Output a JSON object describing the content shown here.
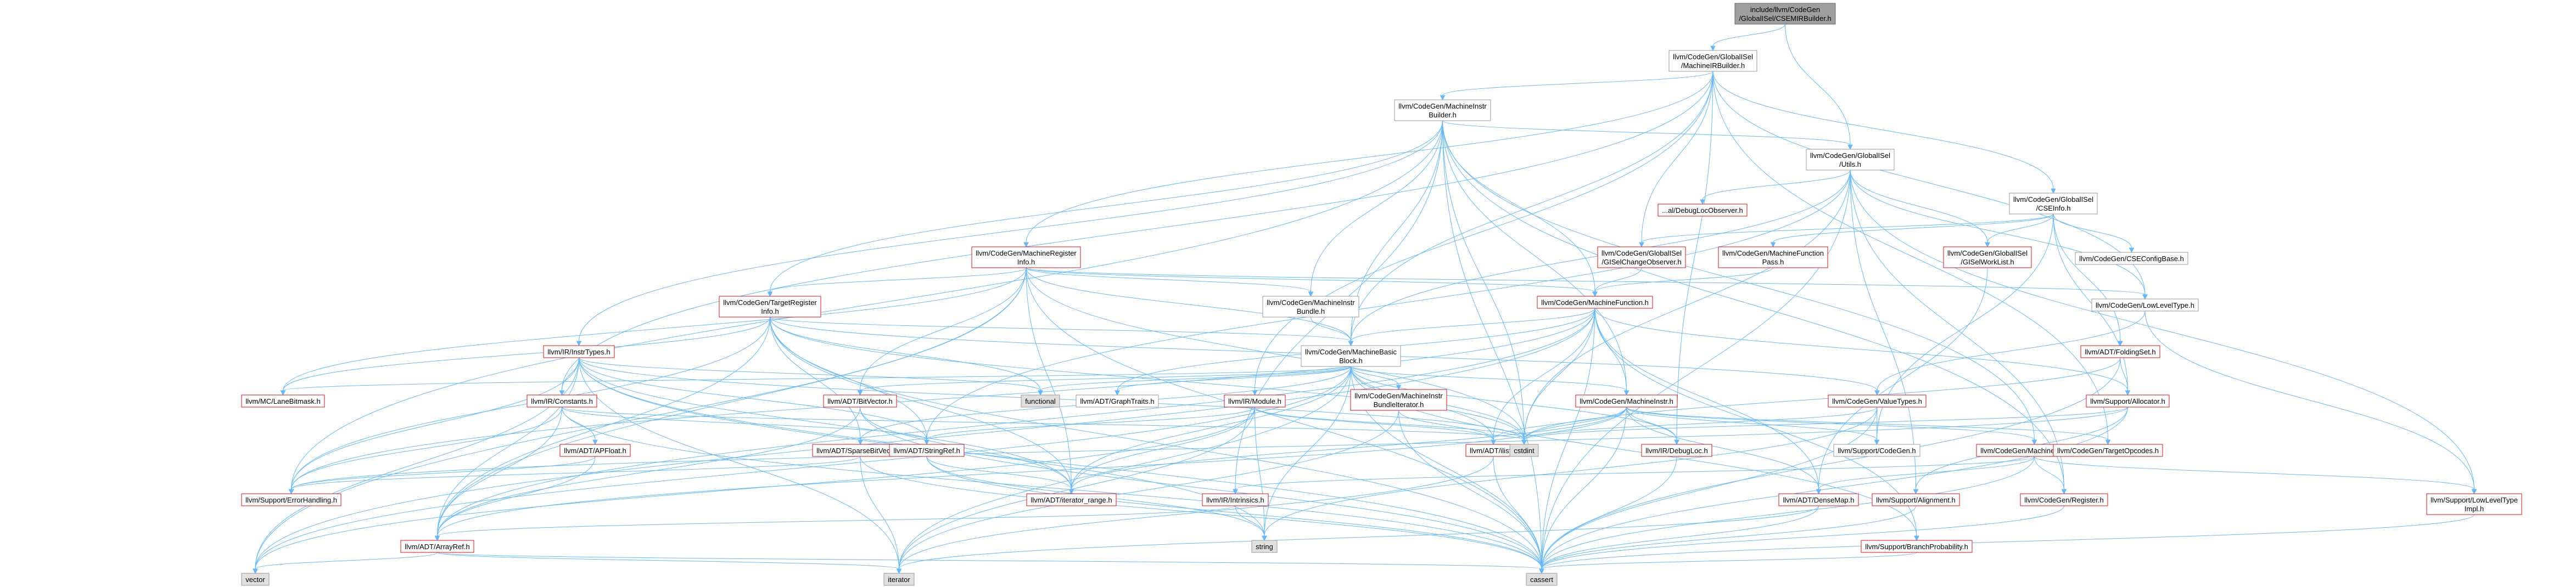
{
  "nodes": [
    {
      "id": "root",
      "lines": [
        "include/llvm/CodeGen",
        "/GlobalISel/CSEMIRBuilder.h"
      ],
      "style": "root"
    },
    {
      "id": "mirbuilder",
      "lines": [
        "llvm/CodeGen/GlobalISel",
        "/MachineIRBuilder.h"
      ],
      "style": "plain"
    },
    {
      "id": "csemirbuilder_csei",
      "lines": [
        "llvm/CodeGen/GlobalISel",
        "/CSEInfo.h"
      ],
      "style": "plain"
    },
    {
      "id": "minstrbuilder",
      "lines": [
        "llvm/CodeGen/MachineInstr",
        "Builder.h"
      ],
      "style": "plain"
    },
    {
      "id": "gisel_utils",
      "lines": [
        "llvm/CodeGen/GlobalISel",
        "/Utils.h"
      ],
      "style": "plain"
    },
    {
      "id": "mregisterinfo",
      "lines": [
        "llvm/CodeGen/MachineRegister",
        "Info.h"
      ],
      "style": "red"
    },
    {
      "id": "debugloc_observer",
      "lines": [
        "...al/DebugLocObserver.h"
      ],
      "style": "red"
    },
    {
      "id": "gisel_change_observer",
      "lines": [
        "llvm/CodeGen/GlobalISel",
        "/GISelChangeObserver.h"
      ],
      "style": "red"
    },
    {
      "id": "mfunctionpass",
      "lines": [
        "llvm/CodeGen/MachineFunction",
        "Pass.h"
      ],
      "style": "red"
    },
    {
      "id": "gisel_worklist",
      "lines": [
        "llvm/CodeGen/GlobalISel",
        "/GISelWorkList.h"
      ],
      "style": "red"
    },
    {
      "id": "cseconfigbase",
      "lines": [
        "llvm/CodeGen/CSEConfigBase.h"
      ],
      "style": "plain"
    },
    {
      "id": "tregisterinfo",
      "lines": [
        "llvm/CodeGen/TargetRegister",
        "Info.h"
      ],
      "style": "red"
    },
    {
      "id": "minstrbundle",
      "lines": [
        "llvm/CodeGen/MachineInstr",
        "Bundle.h"
      ],
      "style": "plain"
    },
    {
      "id": "mfunction",
      "lines": [
        "llvm/CodeGen/MachineFunction.h"
      ],
      "style": "red"
    },
    {
      "id": "lowleveltype",
      "lines": [
        "llvm/CodeGen/LowLevelType.h"
      ],
      "style": "plain"
    },
    {
      "id": "instrtypes",
      "lines": [
        "llvm/IR/InstrTypes.h"
      ],
      "style": "red"
    },
    {
      "id": "mbasicblock",
      "lines": [
        "llvm/CodeGen/MachineBasic",
        "Block.h"
      ],
      "style": "plain"
    },
    {
      "id": "foldingset",
      "lines": [
        "llvm/ADT/FoldingSet.h"
      ],
      "style": "red"
    },
    {
      "id": "mclanebitmask",
      "lines": [
        "llvm/MC/LaneBitmask.h"
      ],
      "style": "red"
    },
    {
      "id": "functional",
      "lines": [
        "functional"
      ],
      "style": "gray"
    },
    {
      "id": "bitvector",
      "lines": [
        "llvm/ADT/BitVector.h"
      ],
      "style": "red"
    },
    {
      "id": "graphtraits",
      "lines": [
        "llvm/ADT/GraphTraits.h"
      ],
      "style": "plain"
    },
    {
      "id": "irmodule",
      "lines": [
        "llvm/IR/Module.h"
      ],
      "style": "red"
    },
    {
      "id": "minstrbundleiter",
      "lines": [
        "llvm/CodeGen/MachineInstr",
        "BundleIterator.h"
      ],
      "style": "red"
    },
    {
      "id": "minstr",
      "lines": [
        "llvm/CodeGen/MachineInstr.h"
      ],
      "style": "red"
    },
    {
      "id": "valuetypes",
      "lines": [
        "llvm/CodeGen/ValueTypes.h"
      ],
      "style": "red"
    },
    {
      "id": "allocator",
      "lines": [
        "llvm/Support/Allocator.h"
      ],
      "style": "red"
    },
    {
      "id": "irconstants",
      "lines": [
        "llvm/IR/Constants.h"
      ],
      "style": "red"
    },
    {
      "id": "apfloat",
      "lines": [
        "llvm/ADT/APFloat.h"
      ],
      "style": "red"
    },
    {
      "id": "sparsebitvector",
      "lines": [
        "llvm/ADT/SparseBitVector.h"
      ],
      "style": "red"
    },
    {
      "id": "stringref",
      "lines": [
        "llvm/ADT/StringRef.h"
      ],
      "style": "red"
    },
    {
      "id": "ilist",
      "lines": [
        "llvm/ADT/ilist.h"
      ],
      "style": "red"
    },
    {
      "id": "cstdint",
      "lines": [
        "cstdint"
      ],
      "style": "gray"
    },
    {
      "id": "debugloc",
      "lines": [
        "llvm/IR/DebugLoc.h"
      ],
      "style": "red"
    },
    {
      "id": "supportcodegen",
      "lines": [
        "llvm/Support/CodeGen.h"
      ],
      "style": "plain"
    },
    {
      "id": "moperand",
      "lines": [
        "llvm/CodeGen/MachineOperand.h"
      ],
      "style": "red"
    },
    {
      "id": "topcodes",
      "lines": [
        "llvm/CodeGen/TargetOpcodes.h"
      ],
      "style": "red"
    },
    {
      "id": "errorhandling",
      "lines": [
        "llvm/Support/ErrorHandling.h"
      ],
      "style": "red"
    },
    {
      "id": "iteratorrange",
      "lines": [
        "llvm/ADT/iterator_range.h"
      ],
      "style": "red"
    },
    {
      "id": "intrinsics",
      "lines": [
        "llvm/IR/Intrinsics.h"
      ],
      "style": "red"
    },
    {
      "id": "densemap",
      "lines": [
        "llvm/ADT/DenseMap.h"
      ],
      "style": "red"
    },
    {
      "id": "alignment",
      "lines": [
        "llvm/Support/Alignment.h"
      ],
      "style": "red"
    },
    {
      "id": "cgregister",
      "lines": [
        "llvm/CodeGen/Register.h"
      ],
      "style": "red"
    },
    {
      "id": "lltimpl",
      "lines": [
        "llvm/Support/LowLevelType",
        "Impl.h"
      ],
      "style": "red"
    },
    {
      "id": "arrayref",
      "lines": [
        "llvm/ADT/ArrayRef.h"
      ],
      "style": "red"
    },
    {
      "id": "string",
      "lines": [
        "string"
      ],
      "style": "gray"
    },
    {
      "id": "branchprob",
      "lines": [
        "llvm/Support/BranchProbability.h"
      ],
      "style": "red"
    },
    {
      "id": "vector",
      "lines": [
        "vector"
      ],
      "style": "gray"
    },
    {
      "id": "iterator",
      "lines": [
        "iterator"
      ],
      "style": "gray"
    },
    {
      "id": "cassert",
      "lines": [
        "cassert"
      ],
      "style": "gray"
    }
  ],
  "edges": [
    [
      "root",
      "mirbuilder"
    ],
    [
      "root",
      "gisel_utils"
    ],
    [
      "mirbuilder",
      "minstrbuilder"
    ],
    [
      "mirbuilder",
      "csemirbuilder_csei"
    ],
    [
      "mirbuilder",
      "gisel_change_observer"
    ],
    [
      "mirbuilder",
      "mbasicblock"
    ],
    [
      "mirbuilder",
      "mregisterinfo"
    ],
    [
      "mirbuilder",
      "topcodes"
    ],
    [
      "mirbuilder",
      "irconstants"
    ],
    [
      "mirbuilder",
      "debugloc"
    ],
    [
      "mirbuilder",
      "irmodule"
    ],
    [
      "mirbuilder",
      "lowleveltype"
    ],
    [
      "minstrbuilder",
      "gisel_utils"
    ],
    [
      "minstrbuilder",
      "mbasicblock"
    ],
    [
      "minstrbuilder",
      "mfunction"
    ],
    [
      "minstrbuilder",
      "minstrbundle"
    ],
    [
      "minstrbuilder",
      "minstr"
    ],
    [
      "minstrbuilder",
      "moperand"
    ],
    [
      "minstrbuilder",
      "tregisterinfo"
    ],
    [
      "minstrbuilder",
      "instrtypes"
    ],
    [
      "minstrbuilder",
      "intrinsics"
    ],
    [
      "minstrbuilder",
      "errorhandling"
    ],
    [
      "minstrbuilder",
      "cassert"
    ],
    [
      "minstrbuilder",
      "cstdint"
    ],
    [
      "minstrbuilder",
      "cgregister"
    ],
    [
      "gisel_utils",
      "debugloc_observer"
    ],
    [
      "gisel_utils",
      "gisel_worklist"
    ],
    [
      "gisel_utils",
      "lowleveltype"
    ],
    [
      "gisel_utils",
      "mbasicblock"
    ],
    [
      "gisel_utils",
      "cstdint"
    ],
    [
      "gisel_utils",
      "alignment"
    ],
    [
      "gisel_utils",
      "lltimpl"
    ],
    [
      "gisel_utils",
      "cgregister"
    ],
    [
      "gisel_utils",
      "stringref"
    ],
    [
      "gisel_utils",
      "cassert"
    ],
    [
      "csemirbuilder_csei",
      "gisel_change_observer"
    ],
    [
      "csemirbuilder_csei",
      "mfunctionpass"
    ],
    [
      "csemirbuilder_csei",
      "gisel_worklist"
    ],
    [
      "csemirbuilder_csei",
      "cseconfigbase"
    ],
    [
      "csemirbuilder_csei",
      "foldingset"
    ],
    [
      "csemirbuilder_csei",
      "allocator"
    ],
    [
      "csemirbuilder_csei",
      "supportcodegen"
    ],
    [
      "mregisterinfo",
      "tregisterinfo"
    ],
    [
      "mregisterinfo",
      "mbasicblock"
    ],
    [
      "mregisterinfo",
      "mfunction"
    ],
    [
      "mregisterinfo",
      "minstrbundle"
    ],
    [
      "mregisterinfo",
      "bitvector"
    ],
    [
      "mregisterinfo",
      "mclanebitmask"
    ],
    [
      "mregisterinfo",
      "arrayref"
    ],
    [
      "mregisterinfo",
      "iteratorrange"
    ],
    [
      "mregisterinfo",
      "vector"
    ],
    [
      "mregisterinfo",
      "cassert"
    ],
    [
      "mregisterinfo",
      "cstdint"
    ],
    [
      "mregisterinfo",
      "lowleveltype"
    ],
    [
      "tregisterinfo",
      "mbasicblock"
    ],
    [
      "tregisterinfo",
      "mclanebitmask"
    ],
    [
      "tregisterinfo",
      "functional"
    ],
    [
      "tregisterinfo",
      "arrayref"
    ],
    [
      "tregisterinfo",
      "sparsebitvector"
    ],
    [
      "tregisterinfo",
      "stringref"
    ],
    [
      "tregisterinfo",
      "iteratorrange"
    ],
    [
      "tregisterinfo",
      "valuetypes"
    ],
    [
      "tregisterinfo",
      "errorhandling"
    ],
    [
      "tregisterinfo",
      "cassert"
    ],
    [
      "tregisterinfo",
      "cstdint"
    ],
    [
      "minstrbundle",
      "mbasicblock"
    ],
    [
      "mfunction",
      "mbasicblock"
    ],
    [
      "mfunction",
      "allocator"
    ],
    [
      "mfunction",
      "ilist"
    ],
    [
      "mfunction",
      "minstr"
    ],
    [
      "mfunction",
      "arrayref"
    ],
    [
      "mfunction",
      "densemap"
    ],
    [
      "mfunction",
      "graphtraits"
    ],
    [
      "mfunction",
      "cassert"
    ],
    [
      "mfunction",
      "cstdint"
    ],
    [
      "mfunction",
      "errorhandling"
    ],
    [
      "mfunction",
      "vector"
    ],
    [
      "mfunction",
      "branchprob"
    ],
    [
      "mbasicblock",
      "graphtraits"
    ],
    [
      "mbasicblock",
      "minstrbundleiter"
    ],
    [
      "mbasicblock",
      "minstr"
    ],
    [
      "mbasicblock",
      "ilist"
    ],
    [
      "mbasicblock",
      "functional"
    ],
    [
      "mbasicblock",
      "debugloc"
    ],
    [
      "mbasicblock",
      "bitvector"
    ],
    [
      "mbasicblock",
      "iteratorrange"
    ],
    [
      "mbasicblock",
      "mclanebitmask"
    ],
    [
      "mbasicblock",
      "branchprob"
    ],
    [
      "mbasicblock",
      "cassert"
    ],
    [
      "mbasicblock",
      "cstdint"
    ],
    [
      "mbasicblock",
      "string"
    ],
    [
      "mbasicblock",
      "iterator"
    ],
    [
      "mbasicblock",
      "vector"
    ],
    [
      "mbasicblock",
      "sparsebitvector"
    ],
    [
      "instrtypes",
      "irconstants"
    ],
    [
      "instrtypes",
      "arrayref"
    ],
    [
      "instrtypes",
      "stringref"
    ],
    [
      "instrtypes",
      "errorhandling"
    ],
    [
      "instrtypes",
      "cassert"
    ],
    [
      "instrtypes",
      "cstdint"
    ],
    [
      "instrtypes",
      "iterator"
    ],
    [
      "instrtypes",
      "string"
    ],
    [
      "instrtypes",
      "vector"
    ],
    [
      "instrtypes",
      "iteratorrange"
    ],
    [
      "instrtypes",
      "functional"
    ],
    [
      "irconstants",
      "apfloat"
    ],
    [
      "irconstants",
      "arrayref"
    ],
    [
      "irconstants",
      "stringref"
    ],
    [
      "irconstants",
      "errorhandling"
    ],
    [
      "irconstants",
      "cassert"
    ],
    [
      "irconstants",
      "cstdint"
    ],
    [
      "apfloat",
      "arrayref"
    ],
    [
      "apfloat",
      "errorhandling"
    ],
    [
      "bitvector",
      "arrayref"
    ],
    [
      "bitvector",
      "iteratorrange"
    ],
    [
      "bitvector",
      "cassert"
    ],
    [
      "irmodule",
      "stringref"
    ],
    [
      "irmodule",
      "iteratorrange"
    ],
    [
      "irmodule",
      "ilist"
    ],
    [
      "irmodule",
      "cstdint"
    ],
    [
      "irmodule",
      "string"
    ],
    [
      "irmodule",
      "vector"
    ],
    [
      "irmodule",
      "iterator"
    ],
    [
      "minstrbundleiter",
      "ilist"
    ],
    [
      "minstrbundleiter",
      "cassert"
    ],
    [
      "minstrbundleiter",
      "iterator"
    ],
    [
      "minstr",
      "moperand"
    ],
    [
      "minstr",
      "ilist"
    ],
    [
      "minstr",
      "debugloc"
    ],
    [
      "minstr",
      "topcodes"
    ],
    [
      "minstr",
      "densemap"
    ],
    [
      "minstr",
      "arrayref"
    ],
    [
      "minstr",
      "iteratorrange"
    ],
    [
      "minstr",
      "cstdint"
    ],
    [
      "minstr",
      "cassert"
    ],
    [
      "minstr",
      "supportcodegen"
    ],
    [
      "moperand",
      "cgregister"
    ],
    [
      "moperand",
      "densemap"
    ],
    [
      "moperand",
      "intrinsics"
    ],
    [
      "moperand",
      "cassert"
    ],
    [
      "moperand",
      "lltimpl"
    ],
    [
      "valuetypes",
      "supportcodegen"
    ],
    [
      "valuetypes",
      "cassert"
    ],
    [
      "valuetypes",
      "cstdint"
    ],
    [
      "valuetypes",
      "string"
    ],
    [
      "foldingset",
      "allocator"
    ],
    [
      "foldingset",
      "cassert"
    ],
    [
      "foldingset",
      "cstdint"
    ],
    [
      "allocator",
      "alignment"
    ],
    [
      "allocator",
      "errorhandling"
    ],
    [
      "allocator",
      "cassert"
    ],
    [
      "allocator",
      "cstdint"
    ],
    [
      "lowleveltype",
      "valuetypes"
    ],
    [
      "lowleveltype",
      "lltimpl"
    ],
    [
      "lltimpl",
      "cassert"
    ],
    [
      "sparsebitvector",
      "errorhandling"
    ],
    [
      "sparsebitvector",
      "cassert"
    ],
    [
      "sparsebitvector",
      "iterator"
    ],
    [
      "stringref",
      "iteratorrange"
    ],
    [
      "stringref",
      "cassert"
    ],
    [
      "stringref",
      "string"
    ],
    [
      "ilist",
      "cassert"
    ],
    [
      "ilist",
      "iterator"
    ],
    [
      "densemap",
      "cassert"
    ],
    [
      "densemap",
      "iterator"
    ],
    [
      "alignment",
      "cassert"
    ],
    [
      "cgregister",
      "cassert"
    ],
    [
      "arrayref",
      "cassert"
    ],
    [
      "arrayref",
      "vector"
    ],
    [
      "arrayref",
      "iterator"
    ],
    [
      "intrinsics",
      "string"
    ],
    [
      "intrinsics",
      "arrayref"
    ],
    [
      "branchprob",
      "cassert"
    ],
    [
      "debugloc",
      "cassert"
    ],
    [
      "gisel_change_observer",
      "mfunction"
    ],
    [
      "mfunctionpass",
      "mfunction"
    ],
    [
      "gisel_worklist",
      "densemap"
    ]
  ]
}
